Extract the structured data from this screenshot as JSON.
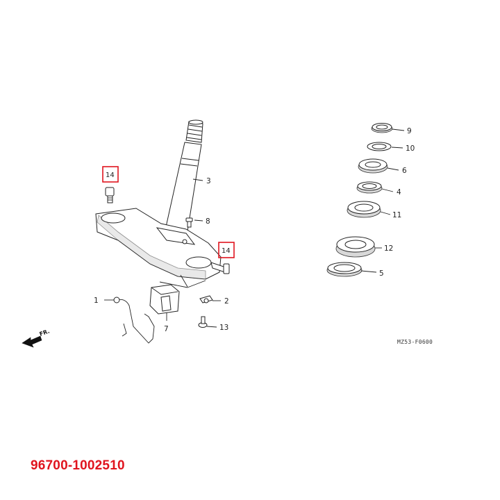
{
  "diagram": {
    "callouts": [
      "1",
      "2",
      "3",
      "4",
      "5",
      "6",
      "7",
      "8",
      "9",
      "10",
      "11",
      "12",
      "13"
    ],
    "highlighted_callouts": [
      "14",
      "14"
    ],
    "direction_label": "FR.",
    "drawing_code": "MZ53-F0600"
  },
  "part_number": "96700-1002510",
  "colors": {
    "highlight_box": "#e0141e",
    "part_number_text": "#e0141e",
    "line_art": "#222222"
  }
}
